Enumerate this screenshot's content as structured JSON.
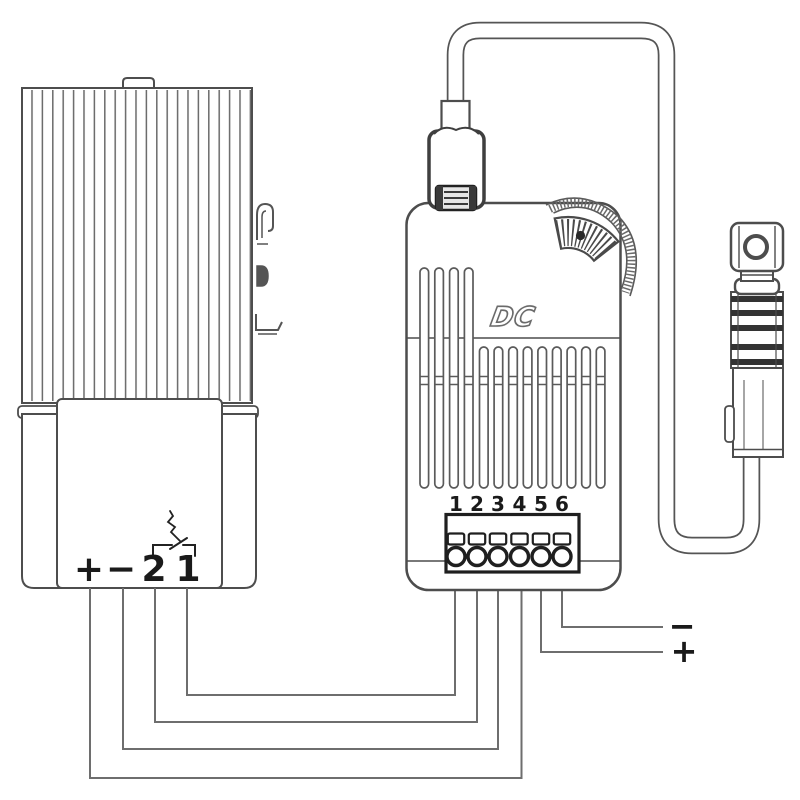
{
  "diagram": {
    "heater": {
      "terminals": [
        "+",
        "−",
        "2",
        "1"
      ]
    },
    "controller": {
      "logo": "DC",
      "terminals": [
        "1",
        "2",
        "3",
        "4",
        "5",
        "6"
      ]
    },
    "supply": {
      "negative": "−",
      "positive": "+"
    }
  },
  "colors": {
    "line": "#4d4d4d",
    "bold": "#1f1f1f",
    "wire": "#6e6e6e",
    "label": "#1a1a1a"
  }
}
